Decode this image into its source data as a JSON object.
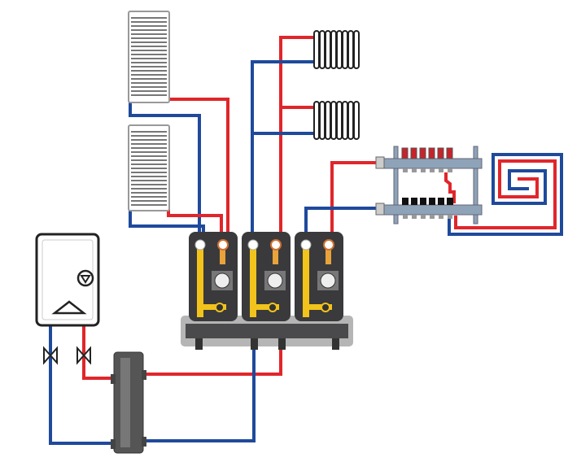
{
  "colors": {
    "supply_pipe": "#e0262b",
    "return_pipe": "#1f4a9c",
    "pump_group_body": "#3a3a3c",
    "pump_pipe": "#f2c31b",
    "header": "#4a4a4c",
    "manifold": "#8ea3b8",
    "boiler_body": "#ffffff"
  },
  "components": [
    {
      "name": "towel-radiator",
      "count": 2
    },
    {
      "name": "column-radiator",
      "count": 2
    },
    {
      "name": "underfloor-manifold",
      "count": 1
    },
    {
      "name": "underfloor-heating-loop",
      "count": 1
    },
    {
      "name": "pump-group",
      "count": 3
    },
    {
      "name": "distribution-header",
      "count": 1
    },
    {
      "name": "wall-boiler",
      "count": 1
    },
    {
      "name": "shutoff-valve",
      "count": 2
    },
    {
      "name": "hydraulic-separator",
      "count": 1
    }
  ]
}
